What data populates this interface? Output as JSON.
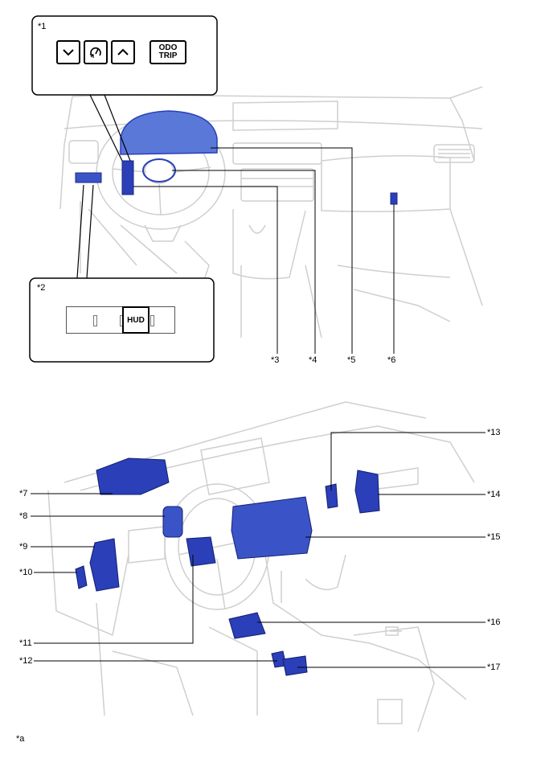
{
  "labels": {
    "l1": "*1",
    "l2": "*2",
    "l3": "*3",
    "l4": "*4",
    "l5": "*5",
    "l6": "*6",
    "l7": "*7",
    "l8": "*8",
    "l9": "*9",
    "l10": "*10",
    "l11": "*11",
    "l12": "*12",
    "l13": "*13",
    "l14": "*14",
    "l15": "*15",
    "l16": "*16",
    "l17": "*17",
    "la": "*a"
  },
  "callout1": {
    "buttons": [
      {
        "icon": "chevron-down-icon"
      },
      {
        "icon": "speedometer-reset-icon"
      },
      {
        "icon": "chevron-up-icon"
      }
    ],
    "odo_line1": "ODO",
    "odo_line2": "TRIP"
  },
  "callout2": {
    "hud_label": "HUD"
  },
  "colors": {
    "component_blue": "#2a3fb8",
    "component_light_blue": "#5a78d8",
    "line_gray": "#c8c8c8",
    "leader": "#000000"
  }
}
